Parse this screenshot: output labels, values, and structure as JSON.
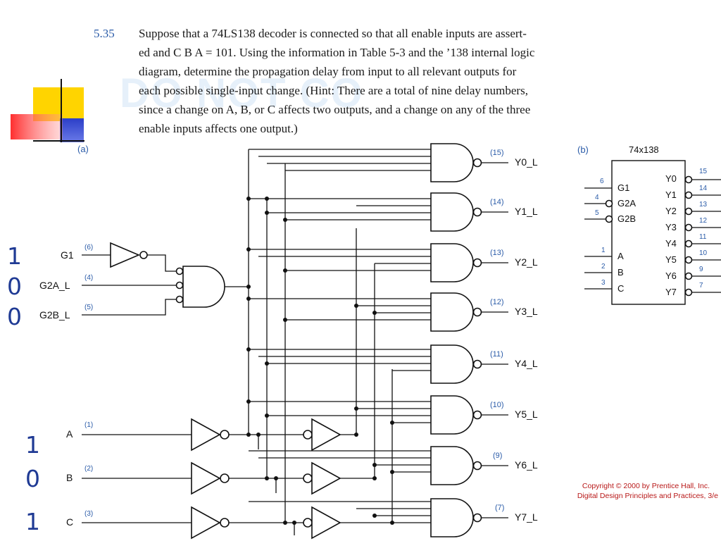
{
  "problem": {
    "number": "5.35",
    "lines": [
      "Suppose that a 74LS138 decoder is connected so that all enable inputs are assert-",
      "ed and C B A = 101. Using the information in Table 5-3 and the ’138 internal logic",
      "diagram, determine the propagation delay from input to all relevant outputs for",
      "each possible single-input change. (Hint: There are a total of nine delay numbers,",
      "since a change on A, B, or C affects two outputs, and a change on any of the three",
      "enable inputs affects one output.)"
    ]
  },
  "watermark": "DO NOT CO",
  "diagram_a": {
    "label": "(a)",
    "enable_inputs": [
      {
        "name": "G1",
        "pin": "(6)",
        "value": "1"
      },
      {
        "name": "G2A_L",
        "pin": "(4)",
        "value": "0"
      },
      {
        "name": "G2B_L",
        "pin": "(5)",
        "value": "0"
      }
    ],
    "select_inputs": [
      {
        "name": "A",
        "pin": "(1)",
        "value": "1"
      },
      {
        "name": "B",
        "pin": "(2)",
        "value": "0"
      },
      {
        "name": "C",
        "pin": "(3)",
        "value": "1"
      }
    ],
    "outputs": [
      {
        "name": "Y0_L",
        "pin": "(15)"
      },
      {
        "name": "Y1_L",
        "pin": "(14)"
      },
      {
        "name": "Y2_L",
        "pin": "(13)"
      },
      {
        "name": "Y3_L",
        "pin": "(12)"
      },
      {
        "name": "Y4_L",
        "pin": "(11)"
      },
      {
        "name": "Y5_L",
        "pin": "(10)"
      },
      {
        "name": "Y6_L",
        "pin": "(9)"
      },
      {
        "name": "Y7_L",
        "pin": "(7)"
      }
    ]
  },
  "diagram_b": {
    "label": "(b)",
    "title": "74x138",
    "inputs": [
      {
        "name": "G1",
        "pin": "6"
      },
      {
        "name": "G2A",
        "pin": "4"
      },
      {
        "name": "G2B",
        "pin": "5"
      },
      {
        "name": "A",
        "pin": "1"
      },
      {
        "name": "B",
        "pin": "2"
      },
      {
        "name": "C",
        "pin": "3"
      }
    ],
    "outputs": [
      {
        "name": "Y0",
        "pin": "15"
      },
      {
        "name": "Y1",
        "pin": "14"
      },
      {
        "name": "Y2",
        "pin": "13"
      },
      {
        "name": "Y3",
        "pin": "12"
      },
      {
        "name": "Y4",
        "pin": "11"
      },
      {
        "name": "Y5",
        "pin": "10"
      },
      {
        "name": "Y6",
        "pin": "9"
      },
      {
        "name": "Y7",
        "pin": "7"
      }
    ]
  },
  "copyright": {
    "line1": "Copyright © 2000 by Prentice Hall, Inc.",
    "line2": "Digital Design Principles and Practices, 3/e"
  },
  "colors": {
    "accent_blue": "#2a5ba8",
    "value_blue": "#1f3a94",
    "copyright_red": "#b81818",
    "logo_yellow": "#ffd400",
    "logo_red": "#ff3c3c",
    "logo_blue": "#2b3ec8"
  }
}
